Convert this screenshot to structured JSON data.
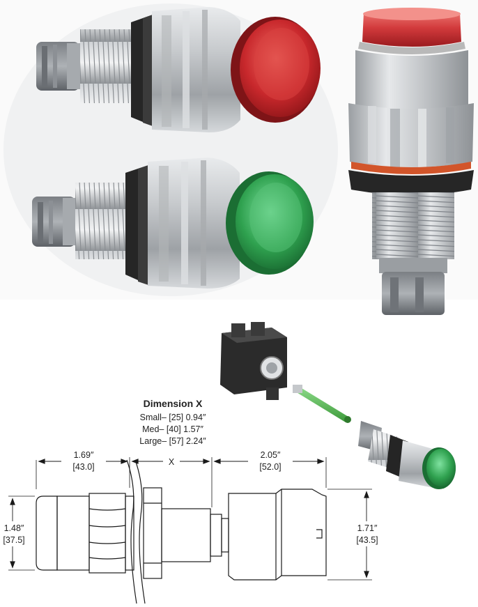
{
  "dimension_x": {
    "title": "Dimension X",
    "small": "Small– [25] 0.94″",
    "med": "Med– [40] 1.57″",
    "large": "Large– [57] 2.24″"
  },
  "dimensions": {
    "left_width_in": "1.69″",
    "left_width_mm": "[43.0]",
    "x_label": "X",
    "right_width_in": "2.05″",
    "right_width_mm": "[52.0]",
    "left_height_in": "1.48″",
    "left_height_mm": "[37.5]",
    "right_height_in": "1.71″",
    "right_height_mm": "[43.5]"
  },
  "colors": {
    "lens_red": "#c8282c",
    "lens_green": "#2fa14f",
    "metal": "#b9bcbf",
    "bezel": "#2a2a2a"
  }
}
